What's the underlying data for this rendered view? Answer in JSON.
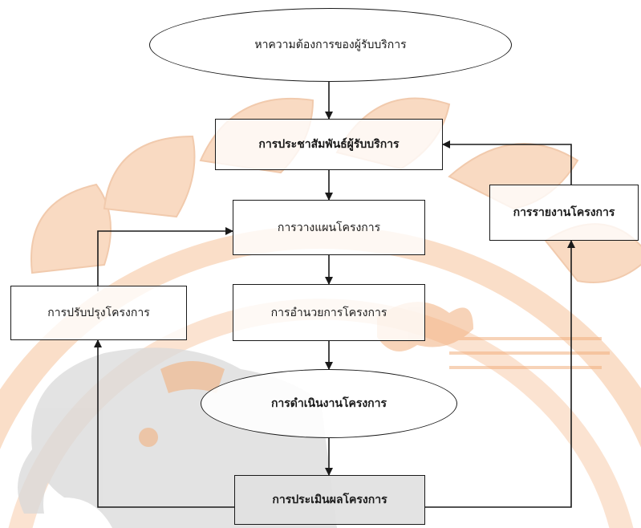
{
  "colors": {
    "watermark_orange": "#f6c29a",
    "watermark_grey": "#d9d9d9",
    "line": "#1a1a1a",
    "box_fill_grey": "#e1e1e1"
  },
  "watermark": {
    "name": "university-seal-elephant-lotus"
  },
  "nodes": {
    "find_needs": "หาความต้องการของผู้รับบริการ",
    "publicity": "การประชาสัมพันธ์ผู้รับบริการ",
    "planning": "การวางแผนโครงการ",
    "improvement": "การปรับปรุงโครงการ",
    "facilitation": "การอำนวยการโครงการ",
    "reporting": "การรายงานโครงการ",
    "implementation": "การดำเนินงานโครงการ",
    "evaluation": "การประเมินผลโครงการ"
  }
}
